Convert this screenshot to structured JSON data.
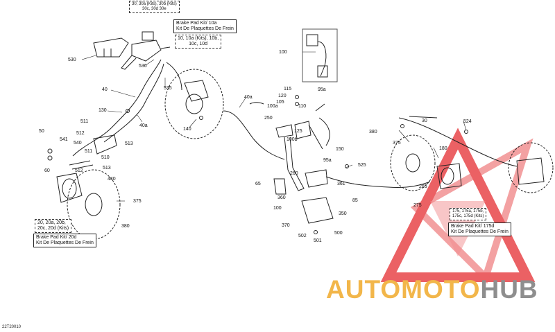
{
  "callouts": [
    {
      "id": "c530",
      "text": "530"
    },
    {
      "id": "c536",
      "text": "536"
    },
    {
      "id": "c535",
      "text": "535"
    },
    {
      "id": "c40",
      "text": "40"
    },
    {
      "id": "c40a1",
      "text": "40a"
    },
    {
      "id": "c40a2",
      "text": "40a"
    },
    {
      "id": "c130",
      "text": "130"
    },
    {
      "id": "c140",
      "text": "140"
    },
    {
      "id": "c511a",
      "text": "511"
    },
    {
      "id": "c512a",
      "text": "512"
    },
    {
      "id": "c541",
      "text": "541"
    },
    {
      "id": "c540",
      "text": "540"
    },
    {
      "id": "c513a",
      "text": "513"
    },
    {
      "id": "c511b",
      "text": "511"
    },
    {
      "id": "c510",
      "text": "510"
    },
    {
      "id": "c50",
      "text": "50"
    },
    {
      "id": "c60",
      "text": "60"
    },
    {
      "id": "c512b",
      "text": "512"
    },
    {
      "id": "c513b",
      "text": "513"
    },
    {
      "id": "c440",
      "text": "440"
    },
    {
      "id": "c375a",
      "text": "375"
    },
    {
      "id": "c380a",
      "text": "380"
    },
    {
      "id": "c100top",
      "text": "100"
    },
    {
      "id": "c115",
      "text": "115"
    },
    {
      "id": "c120",
      "text": "120"
    },
    {
      "id": "c105",
      "text": "105"
    },
    {
      "id": "c110",
      "text": "110"
    },
    {
      "id": "c100a",
      "text": "100a"
    },
    {
      "id": "c95a",
      "text": "95a"
    },
    {
      "id": "c250",
      "text": "250"
    },
    {
      "id": "c125",
      "text": "125"
    },
    {
      "id": "c100b",
      "text": "100b"
    },
    {
      "id": "c150",
      "text": "150"
    },
    {
      "id": "c95a2",
      "text": "95a"
    },
    {
      "id": "c260",
      "text": "260"
    },
    {
      "id": "c65",
      "text": "65"
    },
    {
      "id": "c361",
      "text": "361"
    },
    {
      "id": "c360",
      "text": "360"
    },
    {
      "id": "c100c",
      "text": "100"
    },
    {
      "id": "c525",
      "text": "525"
    },
    {
      "id": "c85",
      "text": "85"
    },
    {
      "id": "c370",
      "text": "370"
    },
    {
      "id": "c350",
      "text": "350"
    },
    {
      "id": "c502",
      "text": "502"
    },
    {
      "id": "c501",
      "text": "501"
    },
    {
      "id": "c500",
      "text": "500"
    },
    {
      "id": "c380b",
      "text": "380"
    },
    {
      "id": "c375b",
      "text": "375"
    },
    {
      "id": "c180",
      "text": "180"
    },
    {
      "id": "c524",
      "text": "524"
    },
    {
      "id": "c265",
      "text": "265"
    },
    {
      "id": "c275",
      "text": "275"
    },
    {
      "id": "c30",
      "text": "30"
    }
  ],
  "boxes": {
    "topKit": [
      "30, 30a (Kits), 30b (Kits)",
      "30c, 30d 30e"
    ],
    "brakeKit10a": [
      "Brake Pad Kit/ 10a",
      "Kit De Plaquettes De Frein"
    ],
    "kits10": [
      "10, 10a (Kits), 10b,",
      "10c, 10d"
    ],
    "kits20": [
      "20, 20a, 20b,",
      "20c, 20d (Kits)"
    ],
    "brakeKit20d": [
      "Brake Pad Kit/ 20d",
      "Kit De Plaquettes De Frein"
    ],
    "kits175": [
      "175, 175a, 175b,",
      "175c, 175d (Kits)"
    ],
    "brakeKit175d": [
      "Brake Pad Kit/ 175d",
      "Kit De Plaquettes De Frein"
    ]
  },
  "brand": {
    "part1": "AUTO",
    "part2": "MOTO",
    "part3": "HUB"
  },
  "diagramCode": "22T20010",
  "colors": {
    "logoRed": "#e8464a",
    "logoYellow": "#f2b64a",
    "logoGray": "#8e8e8e",
    "line": "#222222"
  }
}
